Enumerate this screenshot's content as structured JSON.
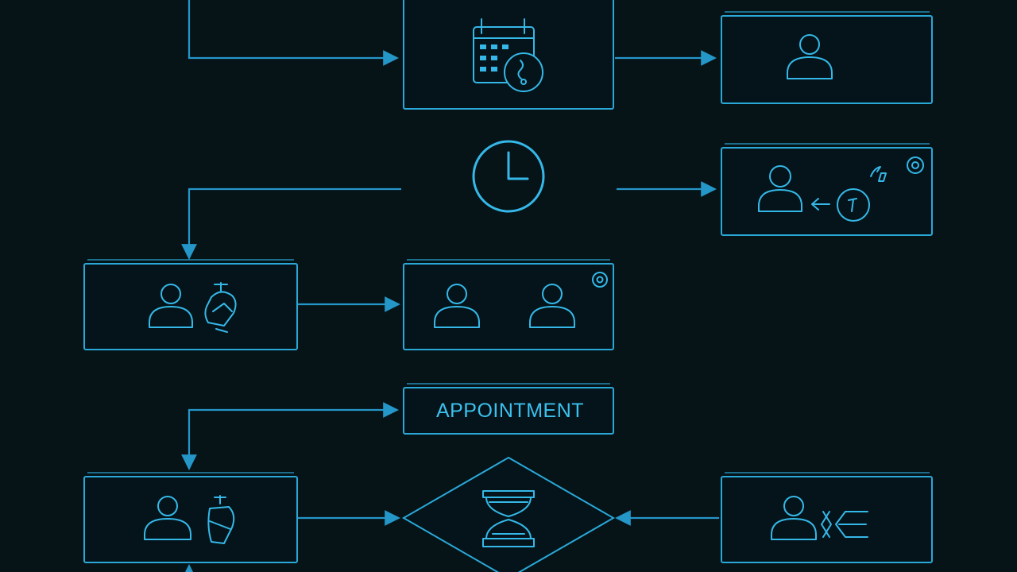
{
  "diagram": {
    "appointment_label": "APPOINTMENT"
  },
  "nodes": [
    {
      "id": "calendar-box",
      "icons": [
        "calendar-icon",
        "stethoscope-icon"
      ]
    },
    {
      "id": "patient-box",
      "icons": [
        "person-icon"
      ]
    },
    {
      "id": "clock-node",
      "icons": [
        "clock-icon"
      ]
    },
    {
      "id": "patient-reminder-box",
      "icons": [
        "person-icon",
        "arrow-left-icon",
        "clock-icon",
        "refresh-icon",
        "settings-icon"
      ]
    },
    {
      "id": "patient-doctor-box",
      "icons": [
        "person-icon",
        "doctor-icon"
      ]
    },
    {
      "id": "two-patients-box",
      "icons": [
        "person-icon",
        "person-icon",
        "settings-icon"
      ]
    },
    {
      "id": "appointment-box",
      "icons": []
    },
    {
      "id": "patient-doctor-box-2",
      "icons": [
        "person-icon",
        "doctor-icon"
      ]
    },
    {
      "id": "decision-diamond",
      "icons": [
        "hourglass-icon"
      ]
    },
    {
      "id": "patient-exchange-box",
      "icons": [
        "person-icon",
        "exchange-arrows-icon"
      ]
    }
  ],
  "colors": {
    "background": "#061418",
    "accent": "#2aa8d8"
  }
}
